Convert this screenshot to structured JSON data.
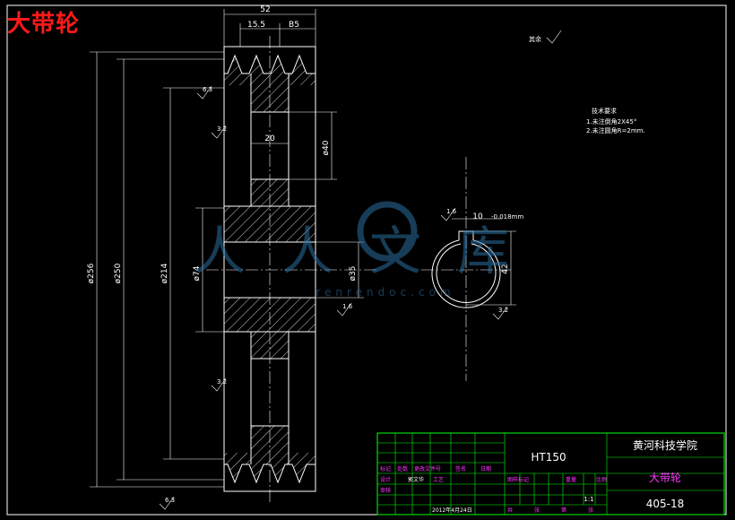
{
  "title_corner": "大带轮",
  "watermark": {
    "main": "人人文库",
    "url": "renrendoc.com",
    "color": "#2a6fa0"
  },
  "colors": {
    "background": "#000000",
    "outline": "#ffffff",
    "dimension": "#ffffff",
    "title_block": "#00ff00",
    "title_text": "#ffffff",
    "magenta": "#ff33ff",
    "red": "#ff1a1a"
  },
  "dimensions": {
    "width_total": "52",
    "groove_pitch_1": "15.5",
    "groove_pitch_2": "B5",
    "dia_outer": "ø256",
    "dia_pitch": "ø250",
    "dia_groove": "ø214",
    "dia_hub": "ø74",
    "dia_bore": "ø35",
    "web_height": "ø40",
    "web_width": "20",
    "keyway_width": "10",
    "keyway_tol": "-0.018mm",
    "key_height": "42",
    "roughness_top": "其余",
    "roughness_sym": "√",
    "ra_1": "6.3",
    "ra_2": "3.2",
    "ra_3": "1.6",
    "ra_4": "3.2",
    "ra_5": "1.6",
    "ra_6": "6.3",
    "ra_7": "3.2"
  },
  "notes": {
    "heading": "技术要求",
    "line1": "1.未注倒角2X45°",
    "line2": "2.未注圆角R=2mm."
  },
  "title_block": {
    "material": "HT150",
    "school": "黄河科技学院",
    "part_name": "大带轮",
    "drawing_no": "405-18",
    "scale": "1:1",
    "designer": "郭文华",
    "date": "2012年4月24日",
    "row_labels": [
      "标记",
      "处数",
      "更改文件号",
      "签名",
      "日期"
    ],
    "row_labels_b": [
      "设计",
      "审核",
      "工艺"
    ],
    "mid_labels": [
      "图样标记",
      "重量",
      "比例"
    ],
    "bottom_labels": [
      "共",
      "张",
      "第",
      "张"
    ]
  }
}
